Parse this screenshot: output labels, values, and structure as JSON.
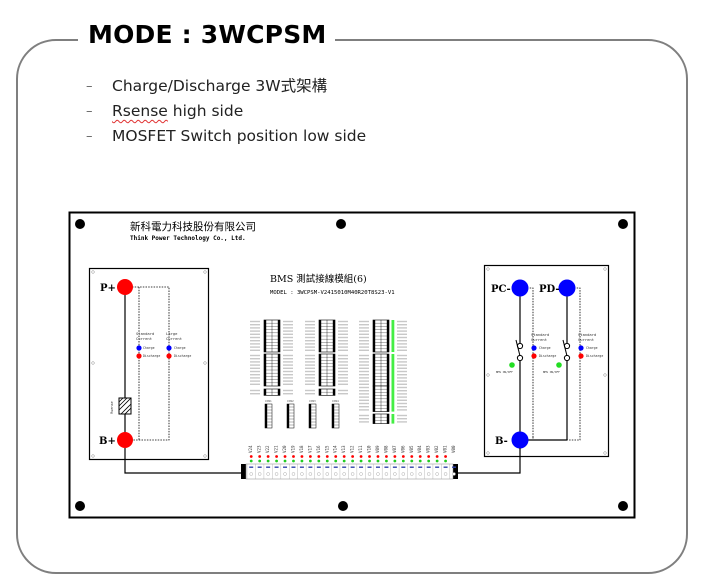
{
  "slide": {
    "title": "MODE : 3WCPSM",
    "bullets": [
      {
        "text": "Charge/Discharge 3W式架構",
        "spellcheck": false
      },
      {
        "text": "Rsense high side",
        "spellcheck": true
      },
      {
        "text": "MOSFET Switch position low side",
        "spellcheck": false
      }
    ],
    "bullet_marker": "–"
  },
  "board": {
    "company_cn": "新科電力科技股份有限公司",
    "company_en": "Think Power Technology Co., Ltd.",
    "product_title": "BMS 測試接線模組(6)",
    "model": "MODEL : 3WCPSM-V2415010M40R20T8S23-V1",
    "left_panel": {
      "terminal_top": "P+",
      "terminal_bottom": "B+",
      "rsense_label": "Rsense",
      "groups": [
        {
          "label_line1": "Standard",
          "label_line2": "Current",
          "charge": "Charge",
          "discharge": "Discharge"
        },
        {
          "label_line1": "Large",
          "label_line2": "Current",
          "charge": "Charge",
          "discharge": "Discharge"
        }
      ]
    },
    "right_panel": {
      "terminal_pc": "PC-",
      "terminal_pd": "PD-",
      "terminal_bottom": "B-",
      "switch_label": "BMS ON/OFF",
      "groups": [
        {
          "label_line1": "Standard",
          "label_line2": "Current",
          "charge": "Charge",
          "discharge": "Discharge"
        },
        {
          "label_line1": "Standard",
          "label_line2": "Current",
          "charge": "Charge",
          "discharge": "Discharge"
        }
      ]
    },
    "voltage_labels": [
      "V24",
      "V23",
      "V22",
      "V21",
      "V20",
      "V19",
      "V18",
      "V17",
      "V16",
      "V15",
      "V14",
      "V13",
      "V12",
      "V11",
      "V10",
      "V09",
      "V08",
      "V07",
      "V06",
      "V05",
      "V04",
      "V03",
      "V02",
      "V01",
      "V00"
    ],
    "connector_labels": [
      "CON1",
      "CON2",
      "CON3",
      "CON4"
    ],
    "colors": {
      "positive": "#ff0000",
      "negative": "#0000ff",
      "led_red": "#ff0000",
      "led_green": "#22cc22",
      "charge_dot": "#0000ff",
      "discharge_dot": "#ff0000",
      "bms_led": "#22dd22",
      "frame": "#7f7f7f"
    }
  }
}
